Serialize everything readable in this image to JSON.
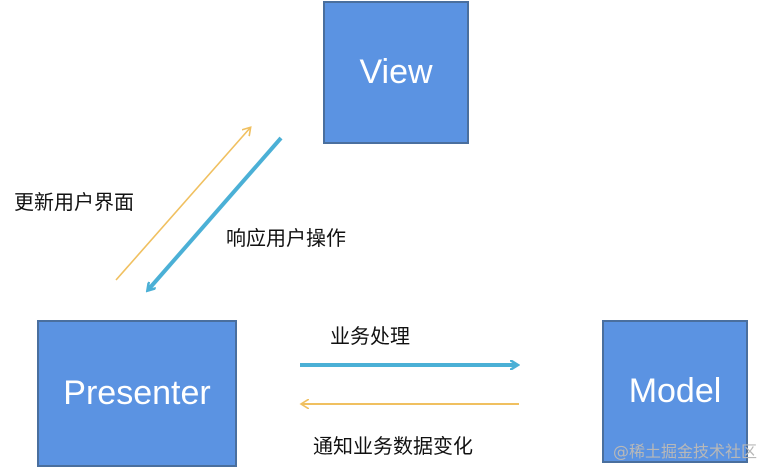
{
  "boxes": {
    "view": "View",
    "presenter": "Presenter",
    "model": "Model"
  },
  "labels": {
    "update_ui": "更新用户界面",
    "respond_user": "响应用户操作",
    "business": "业务处理",
    "notify_change": "通知业务数据变化"
  },
  "watermark": "@稀土掘金技术社区",
  "colors": {
    "box_fill": "#5b93e2",
    "box_border": "#4a6f9e",
    "arrow_blue": "#4bb0d6",
    "arrow_yellow": "#f0c060"
  }
}
